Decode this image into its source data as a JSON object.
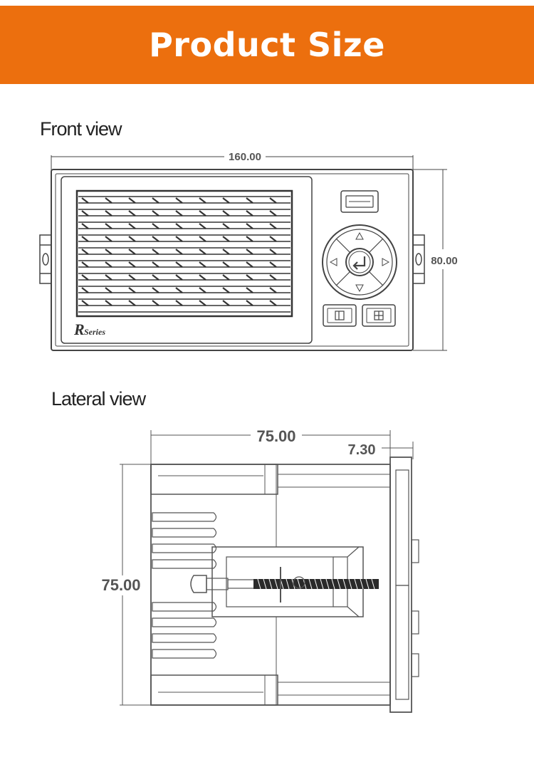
{
  "header": {
    "title": "Product Size"
  },
  "colors": {
    "header_bg": "#ec6f0e",
    "line": "#444444",
    "dimension": "#555555"
  },
  "front_view": {
    "label": "Front view",
    "width_dim": "160.00",
    "height_dim": "80.00",
    "brand": {
      "logo_letter": "R",
      "text": "Series"
    },
    "icons": [
      "usb-port-icon",
      "arrow-up-icon",
      "arrow-down-icon",
      "arrow-left-icon",
      "arrow-right-icon",
      "enter-icon",
      "menu-icon",
      "grid-icon"
    ]
  },
  "lateral_view": {
    "label": "Lateral view",
    "depth_dim": "75.00",
    "bezel_dim": "7.30",
    "height_dim": "75.00"
  }
}
